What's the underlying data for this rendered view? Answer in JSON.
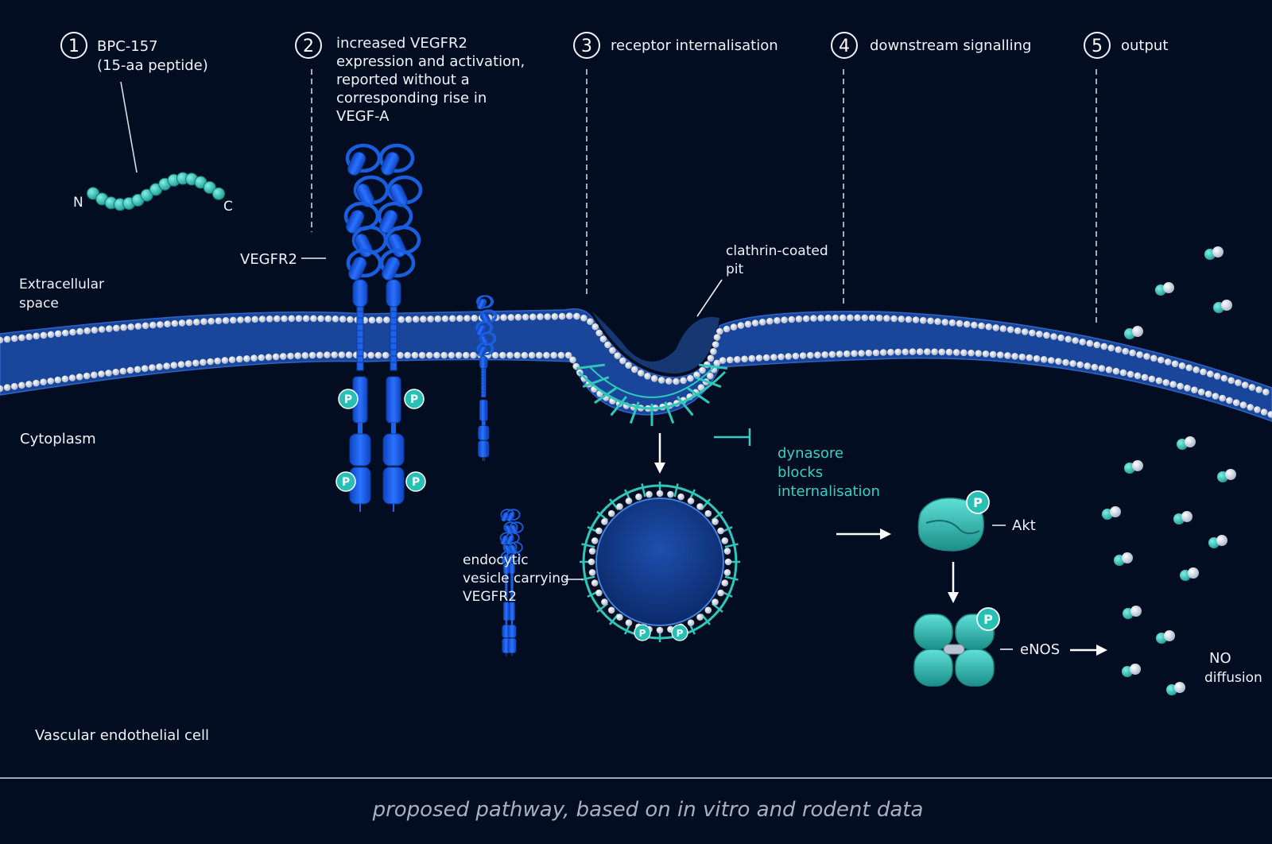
{
  "steps": [
    {
      "num": "1",
      "lines": [
        "BPC-157",
        "(15-aa peptide)"
      ]
    },
    {
      "num": "2",
      "lines": [
        "increased VEGFR2",
        "expression and activation,",
        "reported without a",
        "corresponding rise in",
        "VEGF-A"
      ]
    },
    {
      "num": "3",
      "lines": [
        "receptor internalisation"
      ]
    },
    {
      "num": "4",
      "lines": [
        "downstream signalling"
      ]
    },
    {
      "num": "5",
      "lines": [
        "output"
      ]
    }
  ],
  "peptide": {
    "n_terminus": "N",
    "c_terminus": "C",
    "residue_count": 15
  },
  "regions": {
    "extracellular": [
      "Extracellular",
      "space"
    ],
    "cytoplasm": "Cytoplasm",
    "cell": "Vascular endothelial cell"
  },
  "labels": {
    "vegfr2": "VEGFR2",
    "pit": [
      "clathrin-coated",
      "pit"
    ],
    "vesicle": [
      "endocytic",
      "vesicle carrying",
      "VEGFR2"
    ],
    "inhibitor": [
      "dynasore",
      "blocks",
      "internalisation"
    ],
    "akt": "Akt",
    "enos": "eNOS",
    "no": [
      "NO",
      "diffusion"
    ],
    "phospho": "P"
  },
  "caption": "proposed pathway, based on in vitro and rodent data",
  "colors": {
    "background": "#030d22",
    "receptor": "#1a5ee0",
    "teal": "#38d0c4",
    "membrane": "#1b4aa2",
    "text": "#eef2fa"
  }
}
